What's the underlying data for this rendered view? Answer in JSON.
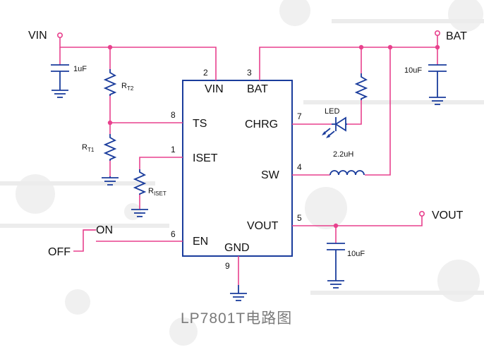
{
  "caption": "LP7801T电路图",
  "ic": {
    "pins": {
      "vin": {
        "name": "VIN",
        "num": "2"
      },
      "bat": {
        "name": "BAT",
        "num": "3"
      },
      "ts": {
        "name": "TS",
        "num": "8"
      },
      "chrg": {
        "name": "CHRG",
        "num": "7"
      },
      "iset": {
        "name": "ISET",
        "num": "1"
      },
      "sw": {
        "name": "SW",
        "num": "4"
      },
      "vout": {
        "name": "VOUT",
        "num": "5"
      },
      "en": {
        "name": "EN",
        "num": "6"
      },
      "gnd": {
        "name": "GND",
        "num": "9"
      }
    }
  },
  "nets": {
    "vin": "VIN",
    "bat": "BAT",
    "vout": "VOUT"
  },
  "components": {
    "c_vin": "1uF",
    "rt2": {
      "main": "R",
      "sub": "T2"
    },
    "rt1": {
      "main": "R",
      "sub": "T1"
    },
    "riset": {
      "main": "R",
      "sub": "ISET"
    },
    "c_bat": "10uF",
    "led": "LED",
    "inductor": "2.2uH",
    "c_vout": "10uF"
  },
  "switch": {
    "on": "ON",
    "off": "OFF"
  },
  "colors": {
    "wire": "#e8418d",
    "component": "#1a3c9c",
    "background": "#ffffff"
  }
}
